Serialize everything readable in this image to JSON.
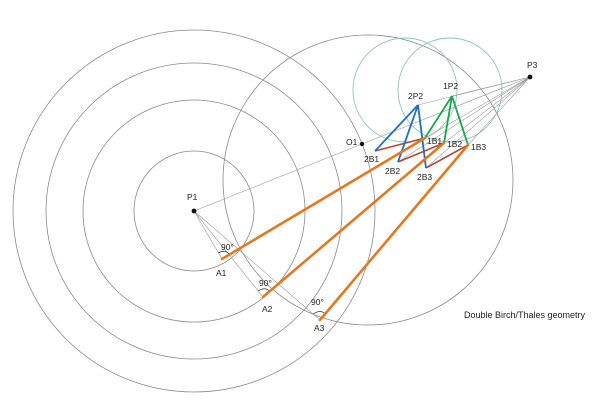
{
  "caption": "Double Birch/Thales geometry",
  "labels": {
    "P1": "P1",
    "P3": "P3",
    "O1": "O1",
    "A1": "A1",
    "A2": "A2",
    "A3": "A3",
    "angle_A1": "90°",
    "angle_A2": "90°",
    "angle_A3": "90°",
    "2P2": "2P2",
    "1P2": "1P2",
    "2B1": "2B1",
    "2B2": "2B2",
    "2B3": "2B3",
    "1B1": "1B1",
    "1B2": "1B2",
    "1B3": "1B3"
  },
  "colors": {
    "orange": "#e07a22",
    "blue": "#1f6fbf",
    "green": "#17a84a",
    "red": "#b24a3a",
    "circle_gray": "#8a8a8a",
    "circle_teal": "#8fc4bb",
    "guide_line": "#9a9a9a"
  }
}
